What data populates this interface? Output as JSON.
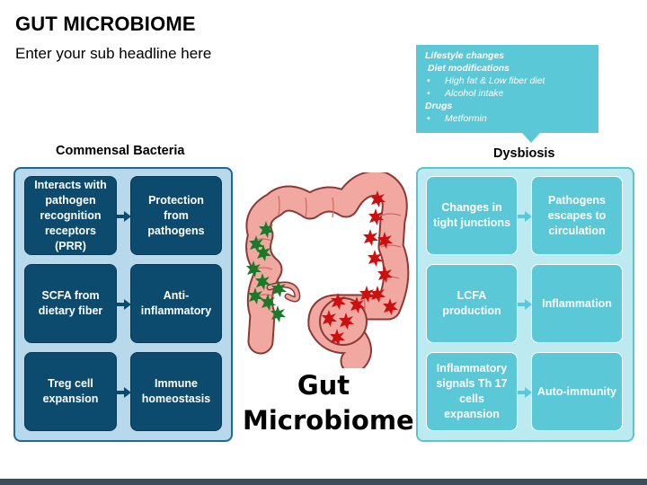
{
  "title": "GUT MICROBIOME",
  "subtitle": "Enter your sub headline here",
  "callout": {
    "heading1": "Lifestyle changes",
    "heading2": "Diet modifications",
    "bullet": "•",
    "items1": [
      "High fat & Low fiber diet",
      "Alcohol intake"
    ],
    "heading3": "Drugs",
    "items2": [
      "Metformin"
    ]
  },
  "left": {
    "header": "Commensal Bacteria",
    "rows": [
      [
        "Interacts with pathogen recognition receptors (PRR)",
        "Protection from pathogens"
      ],
      [
        "SCFA from dietary fiber",
        "Anti-inflammatory"
      ],
      [
        "Treg cell expansion",
        "Immune homeostasis"
      ]
    ]
  },
  "right": {
    "header": "Dysbiosis",
    "rows": [
      [
        "Changes in tight junctions",
        "Pathogens escapes to circulation"
      ],
      [
        "LCFA production",
        "Inflammation"
      ],
      [
        "Inflammatory signals Th 17 cells expansion",
        "Auto-immunity"
      ]
    ]
  },
  "center": {
    "label_line1": "Gut",
    "label_line2": "Microbiome"
  },
  "colors": {
    "dark_box": "#0d4b6e",
    "light_box": "#5bc8d8",
    "commensal_bacteria": "#1a7a2a",
    "pathogen_bacteria": "#cc1010",
    "intestine": "#f0a8a0"
  }
}
